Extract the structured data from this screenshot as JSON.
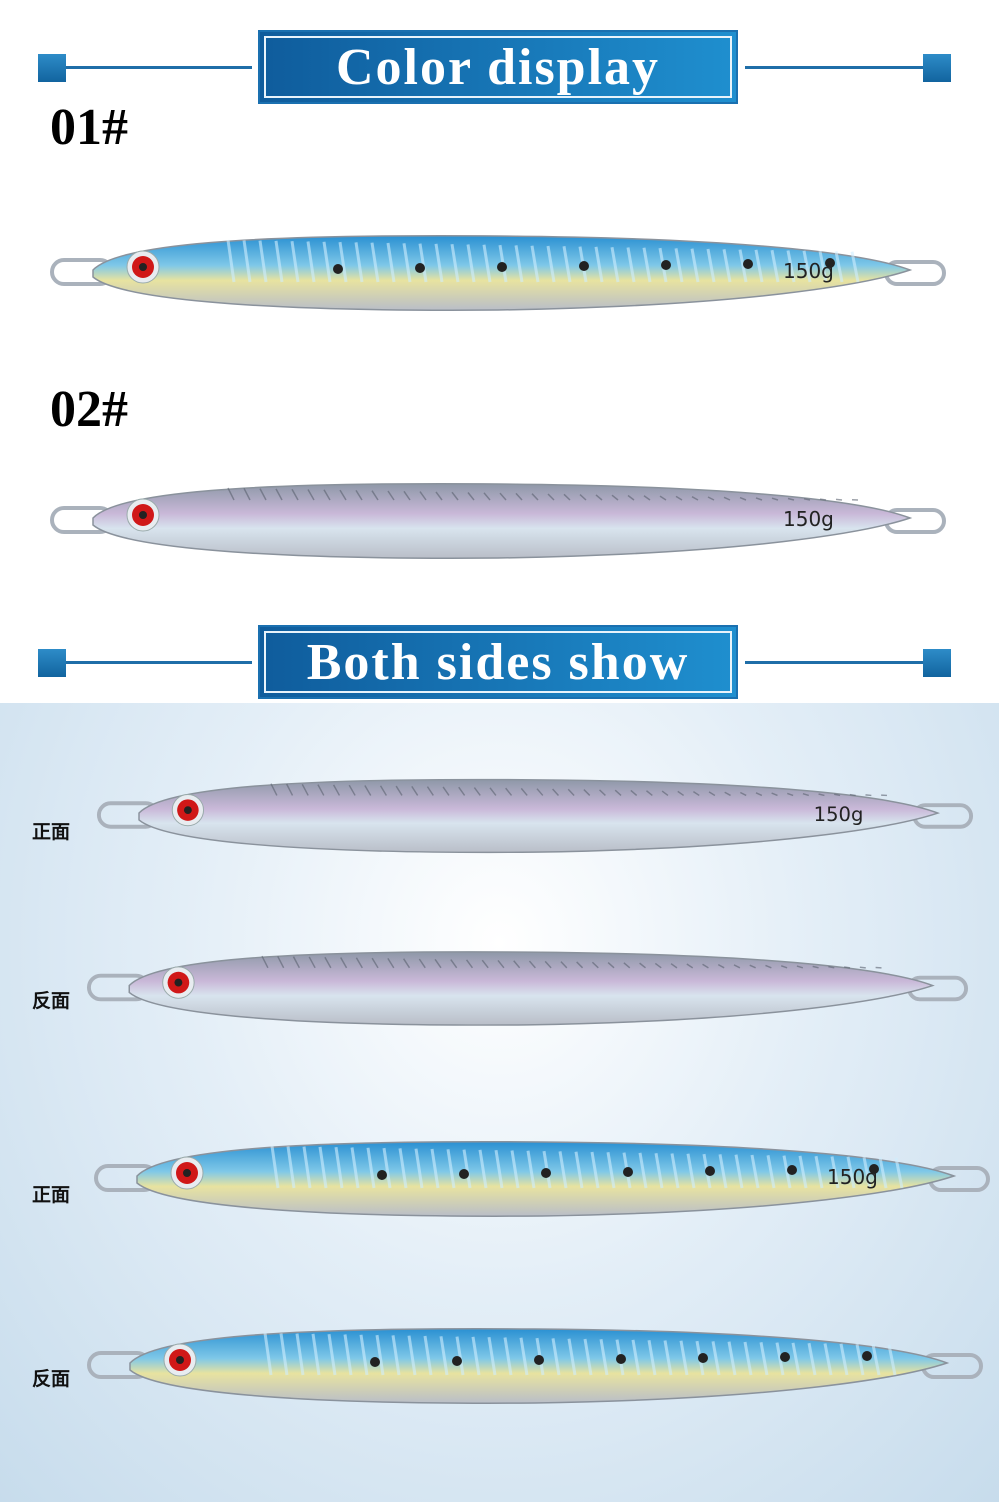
{
  "banners": {
    "color_display": "Color display",
    "both_sides": "Both sides show"
  },
  "variants": [
    {
      "label": "01#",
      "style": "blue",
      "weight": "150g"
    },
    {
      "label": "02#",
      "style": "silver",
      "weight": "150g"
    }
  ],
  "sides": [
    {
      "label": "正面",
      "style": "silver",
      "weight": "150g"
    },
    {
      "label": "反面",
      "style": "silver-reverse"
    },
    {
      "label": "正面",
      "style": "blue",
      "weight": "150g"
    },
    {
      "label": "反面",
      "style": "blue-reverse"
    }
  ],
  "colors": {
    "banner_dark": "#0f5c9c",
    "banner_light": "#1f8fcf",
    "lure_blue": "#2a90d2",
    "lure_silver": "#b8bcc6",
    "eye_red": "#d01818"
  }
}
